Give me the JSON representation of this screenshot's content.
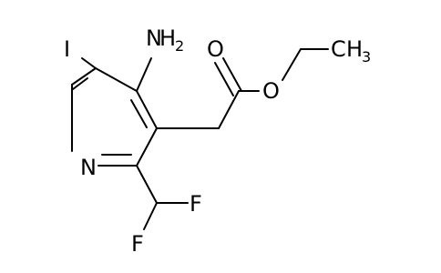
{
  "molecule": {
    "labels": {
      "nh2_n": "N",
      "nh2_h": "H",
      "nh2_sub": "2",
      "iodine": "I",
      "ring_n": "N",
      "f_upper": "F",
      "f_lower": "F",
      "carbonyl_o": "O",
      "ester_o": "O",
      "ch3_c": "C",
      "ch3_h": "H",
      "ch3_sub": "3"
    }
  }
}
